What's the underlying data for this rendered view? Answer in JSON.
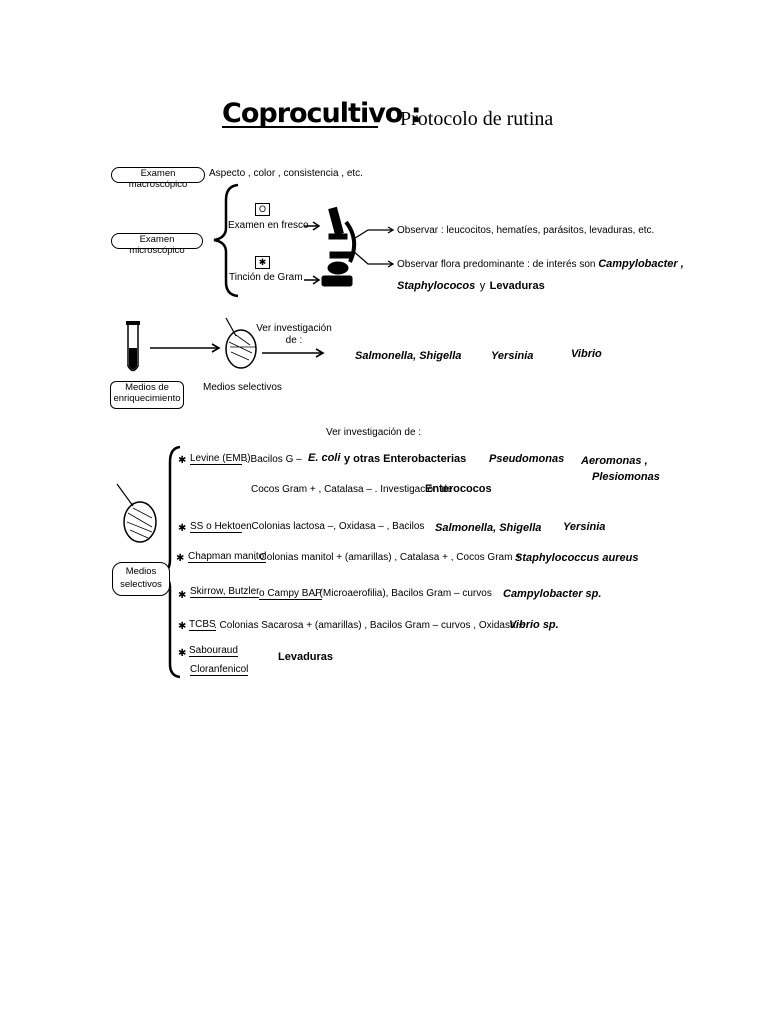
{
  "title": {
    "main": "Coprocultivo :",
    "sub": "Protocolo de rutina"
  },
  "sec1": {
    "macro_box": "Examen macroscópico",
    "macro_desc": "Aspecto , color , consistencia , etc.",
    "micro_box": "Examen microscópico",
    "fresco_symbol": "O",
    "fresco_label": "Examen en fresco",
    "gram_symbol": "✱",
    "gram_label": "Tinción de Gram",
    "observe1": "Observar : leucocitos, hematíes, parásitos, levaduras, etc.",
    "observe2_prefix": "Observar flora predominante : de interés son",
    "campy": "Campylobacter ,",
    "staph": "Staphylococos",
    "y": "y",
    "levaduras": "Levaduras"
  },
  "sec2": {
    "enrich_box": "Medios de enriquecimiento",
    "selective_label": "Medios selectivos",
    "ver_inv": "Ver investigación de :",
    "salm_shig": "Salmonella, Shigella",
    "yersinia": "Yersinia",
    "vibrio": "Vibrio"
  },
  "sec3": {
    "ver_inv": "Ver investigación de :",
    "box": "Medios selectivos",
    "rows": [
      {
        "star": "✱",
        "medium": "Levine (EMB)",
        "desc": ". Bacilos G –",
        "org": "E. coli",
        "extra": "y otras Enterobacterias",
        "o2": "Pseudomonas",
        "o3": "Aeromonas ,",
        "o4": "Plesiomonas"
      },
      {
        "desc": "Cocos Gram + , Catalasa – . Investigación de",
        "org": "Enterococos"
      },
      {
        "star": "✱",
        "medium": "SS o Hektoen",
        "desc": ". Colonias lactosa –, Oxidasa – , Bacilos",
        "org": "Salmonella, Shigella",
        "o2": "Yersinia"
      },
      {
        "star": "✱",
        "medium": "Chapman manitol",
        "desc": ". Colonias manitol + (amarillas) , Catalasa + , Cocos Gram +",
        "org": "Staphylococcus aureus"
      },
      {
        "star": "✱",
        "medium": "Skirrow, Butzler",
        "medium2": "o Campy BAP",
        "desc": ". (Microaerofilia), Bacilos Gram – curvos",
        "org": "Campylobacter sp."
      },
      {
        "star": "✱",
        "medium": "TCBS",
        "desc": ". Colonias Sacarosa + (amarillas) , Bacilos Gram – curvos , Oxidasa +",
        "org": "Vibrio sp."
      },
      {
        "star": "✱",
        "medium": "Sabouraud",
        "medium2": "Cloranfenicol",
        "org": "Levaduras"
      }
    ]
  }
}
